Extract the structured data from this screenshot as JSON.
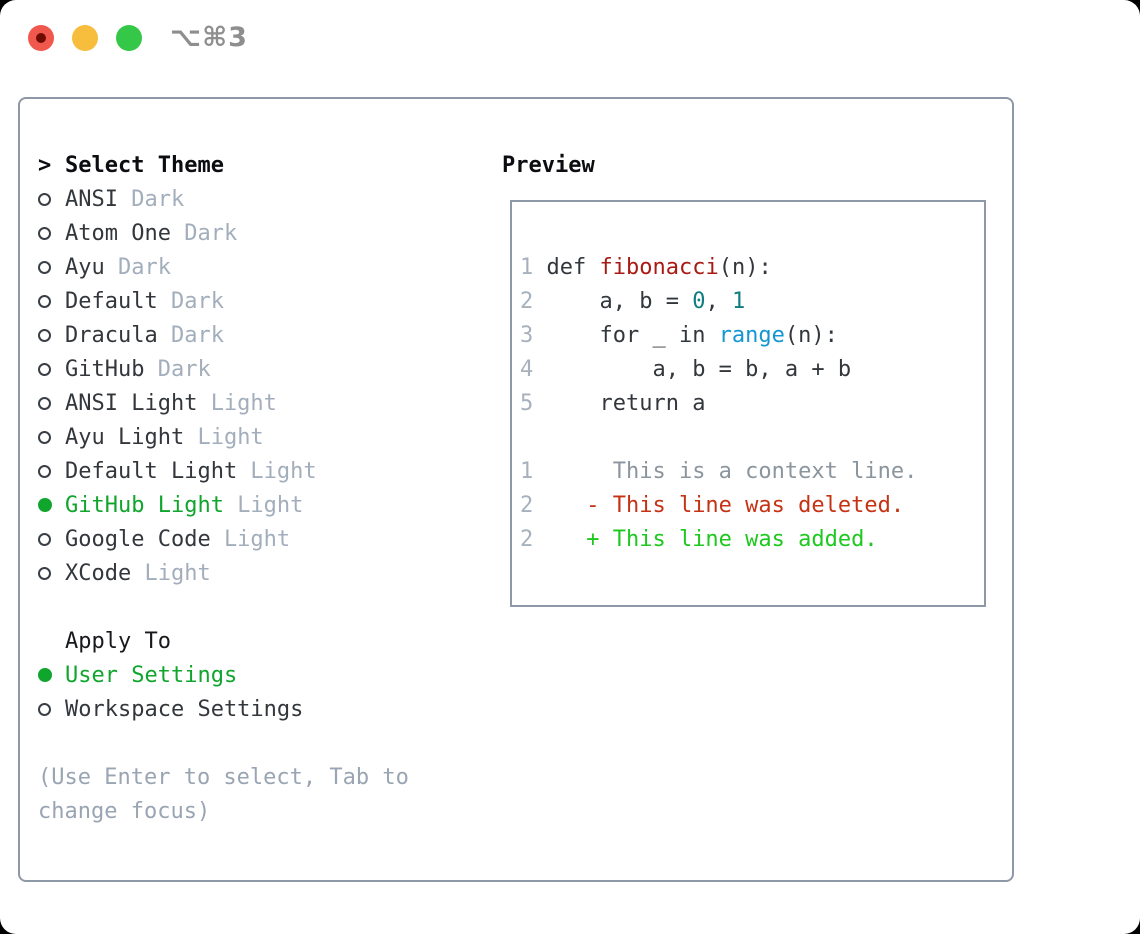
{
  "window": {
    "title": "⌥⌘3"
  },
  "traffic_lights": {
    "close_color": "#f1584d",
    "minimize_color": "#f7bd3c",
    "zoom_color": "#34c748"
  },
  "theme_panel": {
    "prefix": ">",
    "header": "Select Theme",
    "themes": [
      {
        "name": "ANSI",
        "variant": "Dark",
        "selected": false
      },
      {
        "name": "Atom One",
        "variant": "Dark",
        "selected": false
      },
      {
        "name": "Ayu",
        "variant": "Dark",
        "selected": false
      },
      {
        "name": "Default",
        "variant": "Dark",
        "selected": false
      },
      {
        "name": "Dracula",
        "variant": "Dark",
        "selected": false
      },
      {
        "name": "GitHub",
        "variant": "Dark",
        "selected": false
      },
      {
        "name": "ANSI Light",
        "variant": "Light",
        "selected": false
      },
      {
        "name": "Ayu Light",
        "variant": "Light",
        "selected": false
      },
      {
        "name": "Default Light",
        "variant": "Light",
        "selected": false
      },
      {
        "name": "GitHub Light",
        "variant": "Light",
        "selected": true
      },
      {
        "name": "Google Code",
        "variant": "Light",
        "selected": false
      },
      {
        "name": "XCode",
        "variant": "Light",
        "selected": false
      }
    ],
    "apply_to": {
      "header": "Apply To",
      "options": [
        {
          "label": "User Settings",
          "selected": true
        },
        {
          "label": "Workspace Settings",
          "selected": false
        }
      ]
    },
    "hint_line1": "(Use Enter to select, Tab to",
    "hint_line2": "change focus)"
  },
  "preview": {
    "title": "Preview",
    "lines": [
      {
        "segs": []
      },
      {
        "segs": [
          {
            "t": "1",
            "c": "num"
          },
          {
            "t": " def ",
            "c": ""
          },
          {
            "t": "fibonacci",
            "c": "fn"
          },
          {
            "t": "(n):",
            "c": ""
          }
        ]
      },
      {
        "segs": [
          {
            "t": "2",
            "c": "num"
          },
          {
            "t": "     a, b = ",
            "c": ""
          },
          {
            "t": "0",
            "c": "lit"
          },
          {
            "t": ", ",
            "c": ""
          },
          {
            "t": "1",
            "c": "lit"
          }
        ]
      },
      {
        "segs": [
          {
            "t": "3",
            "c": "num"
          },
          {
            "t": "     for _ in ",
            "c": ""
          },
          {
            "t": "range",
            "c": "call"
          },
          {
            "t": "(n):",
            "c": ""
          }
        ]
      },
      {
        "segs": [
          {
            "t": "4",
            "c": "num"
          },
          {
            "t": "         a, b = b, a + b",
            "c": ""
          }
        ]
      },
      {
        "segs": [
          {
            "t": "5",
            "c": "num"
          },
          {
            "t": "     return a",
            "c": ""
          }
        ]
      },
      {
        "segs": []
      },
      {
        "segs": [
          {
            "t": "1",
            "c": "num"
          },
          {
            "t": "      This is a context line.",
            "c": "ctx"
          }
        ]
      },
      {
        "segs": [
          {
            "t": "2",
            "c": "num"
          },
          {
            "t": "    - This line was deleted.",
            "c": "del"
          }
        ]
      },
      {
        "segs": [
          {
            "t": "2",
            "c": "num"
          },
          {
            "t": "    + This line was added.",
            "c": "add"
          }
        ]
      }
    ]
  },
  "colors": {
    "accent_green": "#10a52d",
    "added_green": "#1ec81e",
    "deleted_red": "#c53314",
    "function_red": "#a81a13",
    "number_teal": "#0e7d80",
    "builtin_blue": "#1496d2",
    "muted_gray": "#a3aebc",
    "border_gray": "#8e99a7"
  }
}
